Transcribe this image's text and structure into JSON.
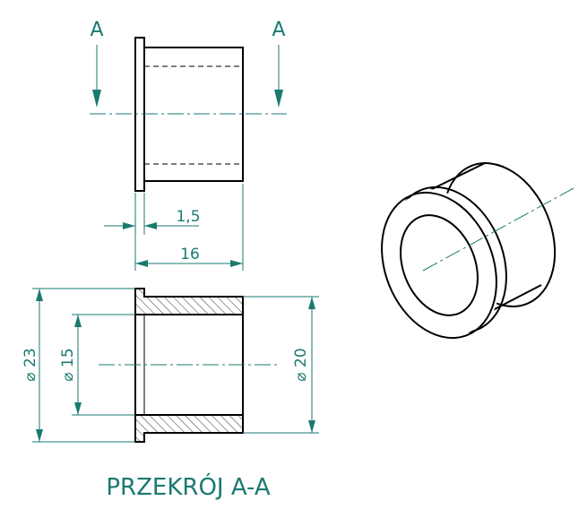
{
  "section_marks": {
    "left": "A",
    "right": "A"
  },
  "dimensions": {
    "flange_thickness": "1,5",
    "total_length": "16",
    "outer_flange_diameter": "⌀ 23",
    "inner_diameter": "⌀ 15",
    "outer_body_diameter": "⌀ 20"
  },
  "section_title": "PRZEKRÓJ A-A",
  "colors": {
    "dimension": "#1a7a70",
    "object": "#000000"
  }
}
